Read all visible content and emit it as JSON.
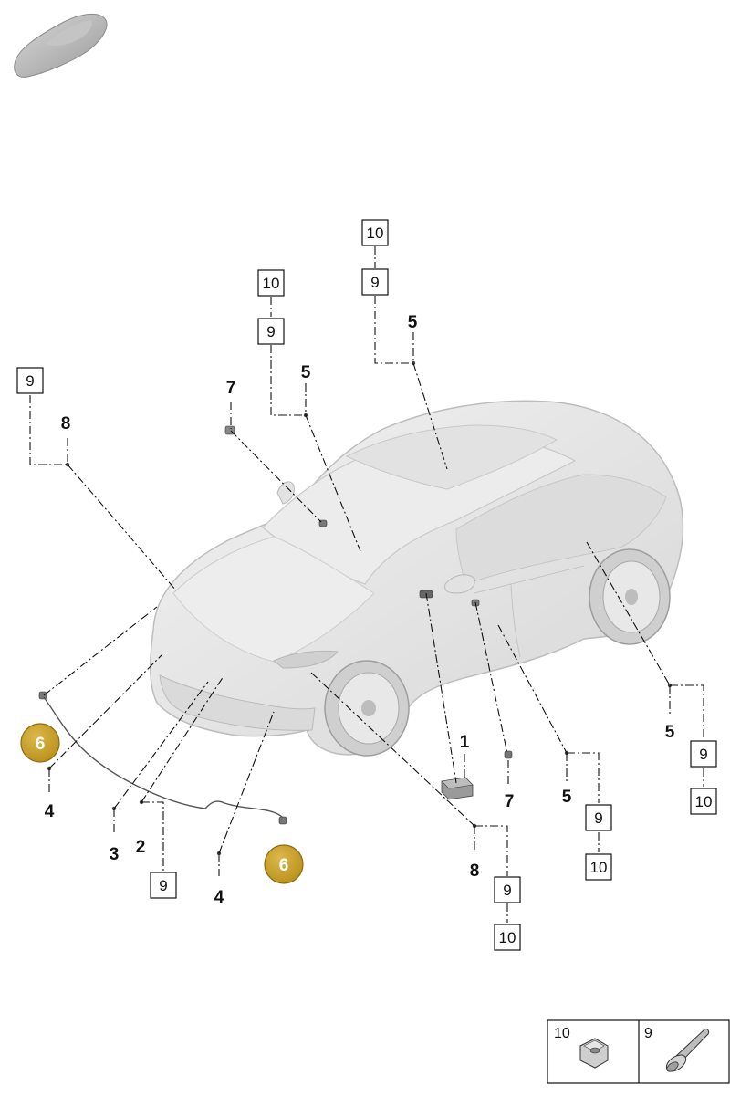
{
  "callouts": {
    "c1": "1",
    "c2": "2",
    "c3": "3",
    "c4a": "4",
    "c4b": "4",
    "c5a": "5",
    "c5b": "5",
    "c5c": "5",
    "c5d": "5",
    "c6a": "6",
    "c6b": "6",
    "c7a": "7",
    "c7b": "7",
    "c8a": "8",
    "c8b": "8"
  },
  "boxes": {
    "b9_left": "9",
    "b9_roofL": "9",
    "b10_roofL": "10",
    "b9_roofR": "9",
    "b10_roofR": "10",
    "b9_item2": "9",
    "b9_item8": "9",
    "b10_item8": "10",
    "b9_item5a": "9",
    "b10_item5a": "10",
    "b9_item5b": "9",
    "b10_item5b": "10"
  },
  "legend": {
    "left_num": "10",
    "right_num": "9",
    "left_icon": "hex-nut-icon",
    "right_icon": "bolt-screw-icon"
  },
  "colors": {
    "highlight": "#C9A227",
    "highlight_stroke": "#8A6C12",
    "car_body": "#E6E6E6",
    "car_outline": "#BDBDBD"
  }
}
